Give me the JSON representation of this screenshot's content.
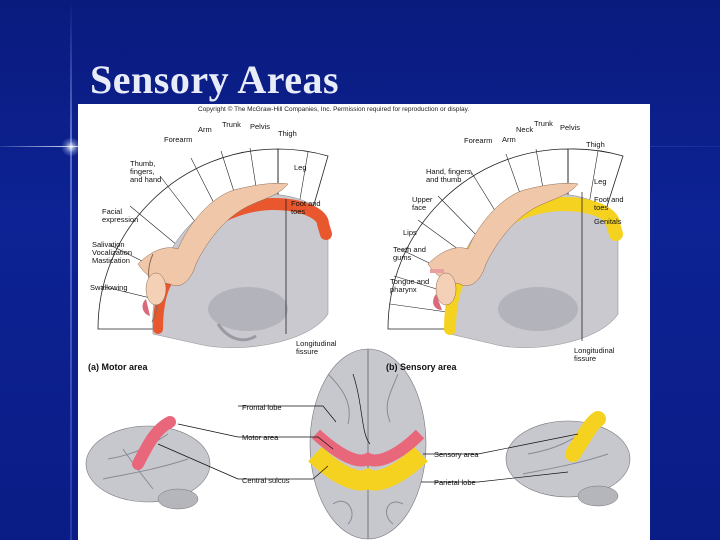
{
  "slide": {
    "title": "Sensory Areas"
  },
  "figure": {
    "copyright": "Copyright © The McGraw-Hill Companies, Inc. Permission required for reproduction or display.",
    "motor": {
      "caption": "(a) Motor area",
      "labels": {
        "forearm": "Forearm",
        "arm": "Arm",
        "trunk": "Trunk",
        "pelvis": "Pelvis",
        "thigh": "Thigh",
        "leg": "Leg",
        "foot": "Foot and\ntoes",
        "thumb": "Thumb,\nfingers,\nand hand",
        "facial": "Facial\nexpression",
        "salivation": "Salivation\nVocalization\nMastication",
        "swallowing": "Swallowing",
        "fissure": "Longitudinal\nfissure"
      }
    },
    "sensory": {
      "caption": "(b) Sensory area",
      "labels": {
        "neck": "Neck",
        "trunk": "Trunk",
        "pelvis": "Pelvis",
        "forearm": "Forearm",
        "arm": "Arm",
        "thigh": "Thigh",
        "hand": "Hand, fingers,\nand thumb",
        "upperface": "Upper\nface",
        "lips": "Lips",
        "teeth": "Teeth and\ngums",
        "tongue": "Tongue and\npharynx",
        "leg": "Leg",
        "foot": "Foot and\ntoes",
        "genitals": "Genitals",
        "fissure": "Longitudinal\nfissure"
      }
    },
    "bottom": {
      "frontal": "Frontal lobe",
      "motorarea": "Motor area",
      "central": "Central sulcus",
      "sensoryarea": "Sensory area",
      "parietal": "Parietal lobe"
    }
  },
  "colors": {
    "background": "#0b1f8a",
    "motor": "#e8572e",
    "sensory": "#f4d21f",
    "brain": "#c9c9cf"
  }
}
